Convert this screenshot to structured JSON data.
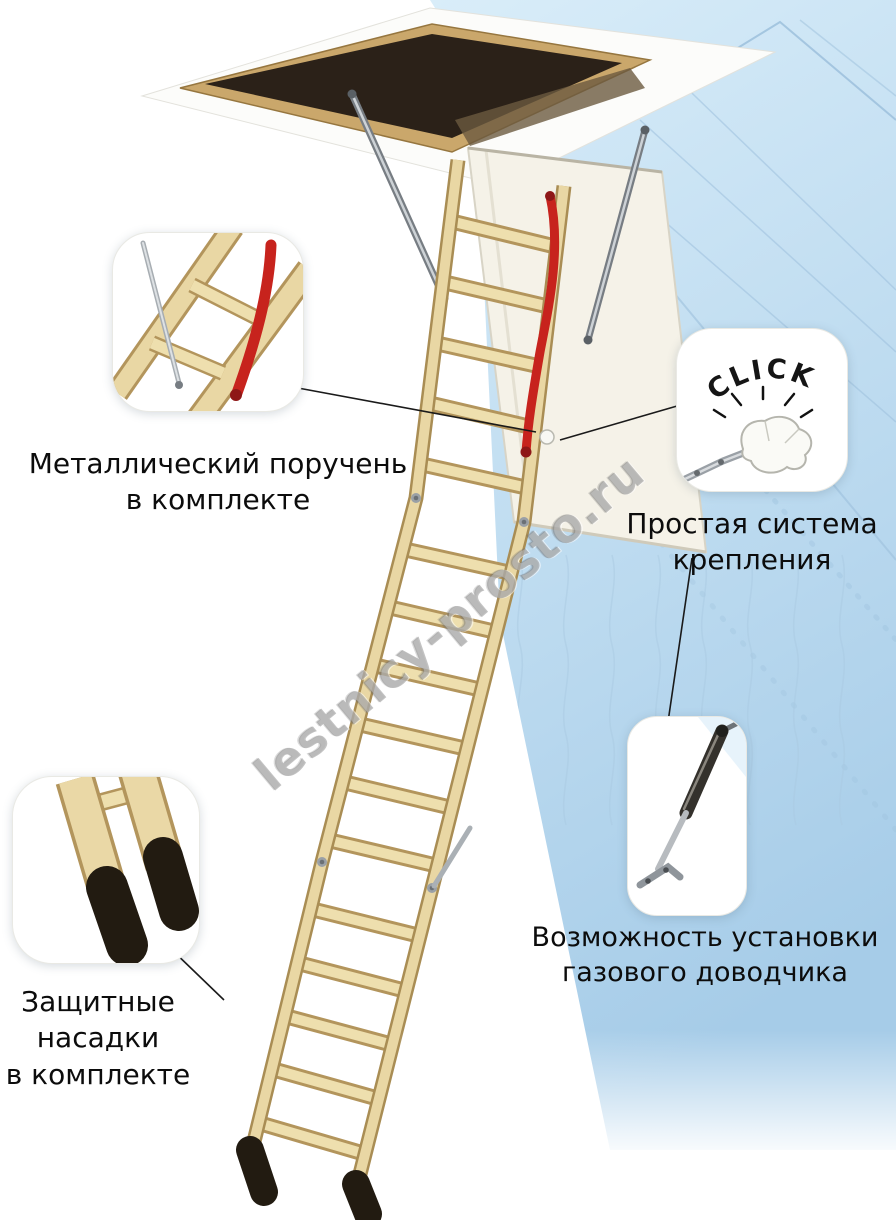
{
  "watermark": {
    "text": "lestnicy-prosto.ru"
  },
  "labels": {
    "handrail": {
      "lines": [
        "Металлический поручень",
        "в комплекте"
      ]
    },
    "mounting": {
      "lines": [
        "Простая система",
        "крепления"
      ]
    },
    "feet": {
      "lines": [
        "Защитные",
        "насадки",
        "в комплекте"
      ]
    },
    "gas_closer": {
      "lines": [
        "Возможность установки",
        "газового доводчика"
      ]
    }
  },
  "callouts": {
    "click_text": "CLICK"
  },
  "colors": {
    "handrail_red": "#c7231d",
    "wood_light": "#e9d7a4",
    "wood_dark": "#a98d54",
    "sky_blue": "#aed2ea",
    "cap_black": "#221b11",
    "label_text": "#0c0c0c"
  }
}
